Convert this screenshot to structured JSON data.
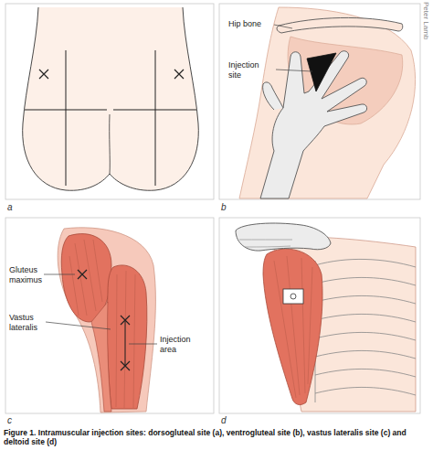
{
  "diagram": {
    "caption": "Figure 1. Intramuscular injection sites: dorsogluteal site (a), ventrogluteal site (b), vastus lateralis site (c) and deltoid site (d)",
    "labels": [
      "Peter Lamb",
      "Hip bone",
      "Injection site",
      "a",
      "b",
      "Gluteus maximus",
      "Vastus lateralis",
      "Injection area",
      "c",
      "d"
    ]
  }
}
